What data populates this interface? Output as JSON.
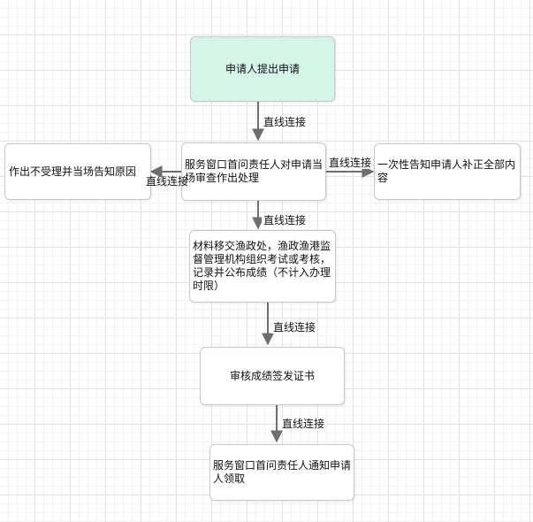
{
  "nodes": {
    "apply": "申请人提出申请",
    "review": "服务窗口首问责任人对申请当场审查作出处理",
    "reject": "作出不受理并当场告知原因",
    "notify": "一次性告知申请人补正全部内容",
    "exam": "材料移交渔政处，渔政渔港监督管理机构组织考试或考核，记录并公布成绩（不计入办理时限）",
    "issue": "审核成绩签发证书",
    "collect": "服务窗口首问责任人通知申请人领取"
  },
  "edges": {
    "e1": "直线连接",
    "e2": "直线连接",
    "e3": "直线连接",
    "e4": "直线连接",
    "e5": "直线连接",
    "e6": "直线连接"
  },
  "colors": {
    "start_fill": "#d5f5e9",
    "node_border": "#c8c8c8",
    "arrow": "#6e6e6e"
  }
}
